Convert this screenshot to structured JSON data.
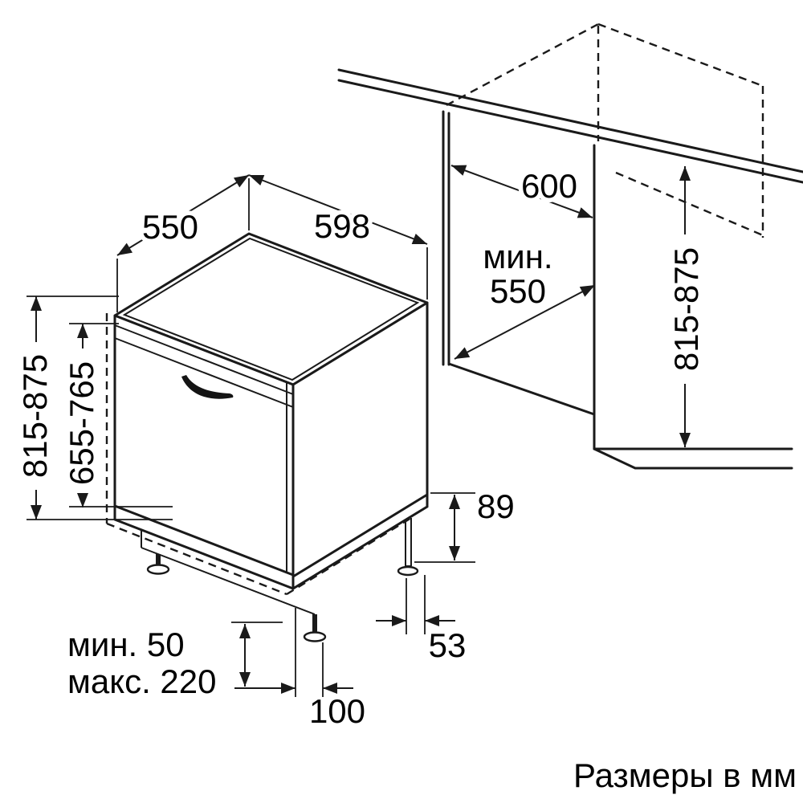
{
  "footer": {
    "units_note": "Размеры в мм"
  },
  "dishwasher": {
    "depth_mm": "550",
    "width_mm": "598",
    "height_range_mm": "815-875",
    "door_panel_height_range_mm": "655-765",
    "base_step_mm": "89",
    "rear_foot_offset_mm": "53",
    "front_foot_offset_mm": "100",
    "plinth_clearance_min": "мин. 50",
    "plinth_clearance_max": "макс. 220"
  },
  "niche": {
    "width_mm": "600",
    "min_depth_prefix": "мин.",
    "min_depth_mm": "550",
    "height_range_mm": "815-875"
  }
}
